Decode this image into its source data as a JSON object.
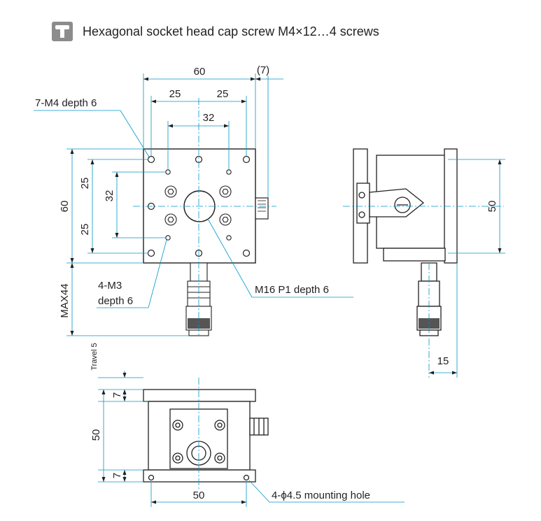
{
  "header": {
    "icon": "screw-badge-icon",
    "text": "Hexagonal socket head cap screw M4×12…4 screws"
  },
  "top_view": {
    "dim_width": "60",
    "dim_offset": "(7)",
    "dim_pitch_left": "25",
    "dim_pitch_right": "25",
    "dim_inner": "32",
    "dim_height": "60",
    "dim_v_upper": "25",
    "dim_v_inner": "32",
    "dim_v_lower": "25",
    "dim_max": "MAX44",
    "label_m4": "7-M4 depth 6",
    "label_m3_line1": "4-M3",
    "label_m3_line2": "depth 6",
    "label_m16": "M16 P1 depth 6"
  },
  "side_view": {
    "dim_height": "50",
    "dim_width": "15"
  },
  "front_view": {
    "label_travel": "Travel 5",
    "dim_top": "7",
    "dim_mid": "50",
    "dim_bottom": "7",
    "dim_base": "50",
    "label_mounting": "4-ϕ4.5 mounting hole"
  },
  "colors": {
    "line": "#231f20",
    "dimension": "#0096c8",
    "badge": "#8c8c8c"
  }
}
